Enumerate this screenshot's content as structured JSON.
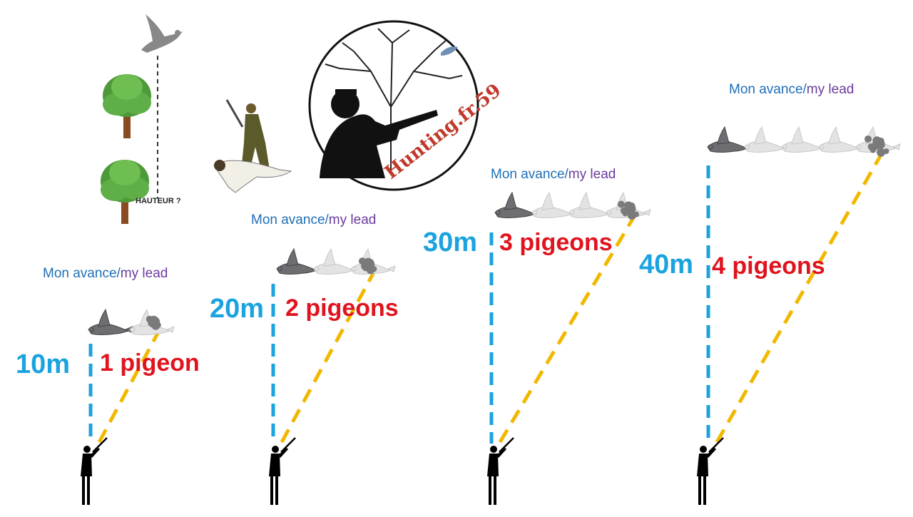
{
  "colors": {
    "distance_line": "#1aa3de",
    "shot_line": "#f2b800",
    "lead_fr": "#1f6fb5",
    "lead_en": "#6a3c9c",
    "count": "#e0141e"
  },
  "tree_label": "HAUTEUR ?",
  "brand": "Hunting.fr.59",
  "scenarios": [
    {
      "distance": "10m",
      "pigeons_label": "1 pigeon",
      "lead_fr": "Mon avance/",
      "lead_en": "my lead",
      "pigeon_count": 1
    },
    {
      "distance": "20m",
      "pigeons_label": "2 pigeons",
      "lead_fr": "Mon avance/",
      "lead_en": "my lead",
      "pigeon_count": 2
    },
    {
      "distance": "30m",
      "pigeons_label": "3 pigeons",
      "lead_fr": "Mon avance/",
      "lead_en": "my lead",
      "pigeon_count": 3
    },
    {
      "distance": "40m",
      "pigeons_label": "4 pigeons",
      "lead_fr": "Mon avance/",
      "lead_en": "my lead",
      "pigeon_count": 4
    }
  ],
  "icons": [
    "tree-icon",
    "pigeon-icon",
    "hunter-with-dog-icon",
    "hunter-logo-icon",
    "shooter-silhouette-icon",
    "shot-cloud-icon"
  ]
}
